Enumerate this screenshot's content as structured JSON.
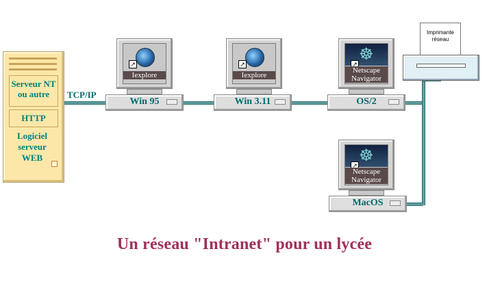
{
  "server": {
    "line1": "Serveur NT",
    "line2": "ou autre",
    "protocol": "HTTP",
    "software1": "Logiciel",
    "software2": "serveur",
    "software3": "WEB"
  },
  "link_label": "TCP/IP",
  "computers": [
    {
      "os": "Win 95",
      "app": "Iexplore",
      "icon": "internet-explorer-icon"
    },
    {
      "os": "Win 3.11",
      "app": "Iexplore",
      "icon": "internet-explorer-icon"
    },
    {
      "os": "OS/2",
      "app_line1": "Netscape",
      "app_line2": "Navigator",
      "icon": "netscape-navigator-icon"
    },
    {
      "os": "MacOS",
      "app_line1": "Netscape",
      "app_line2": "Navigator",
      "icon": "netscape-navigator-icon"
    }
  ],
  "printer": {
    "line1": "Imprimante",
    "line2": "réseau"
  },
  "title": "Un réseau \"Intranet\" pour un lycée",
  "colors": {
    "title": "#a0305a",
    "labels": "#006a6a",
    "wire": "#5f9ea0",
    "server": "#fde7a8"
  }
}
